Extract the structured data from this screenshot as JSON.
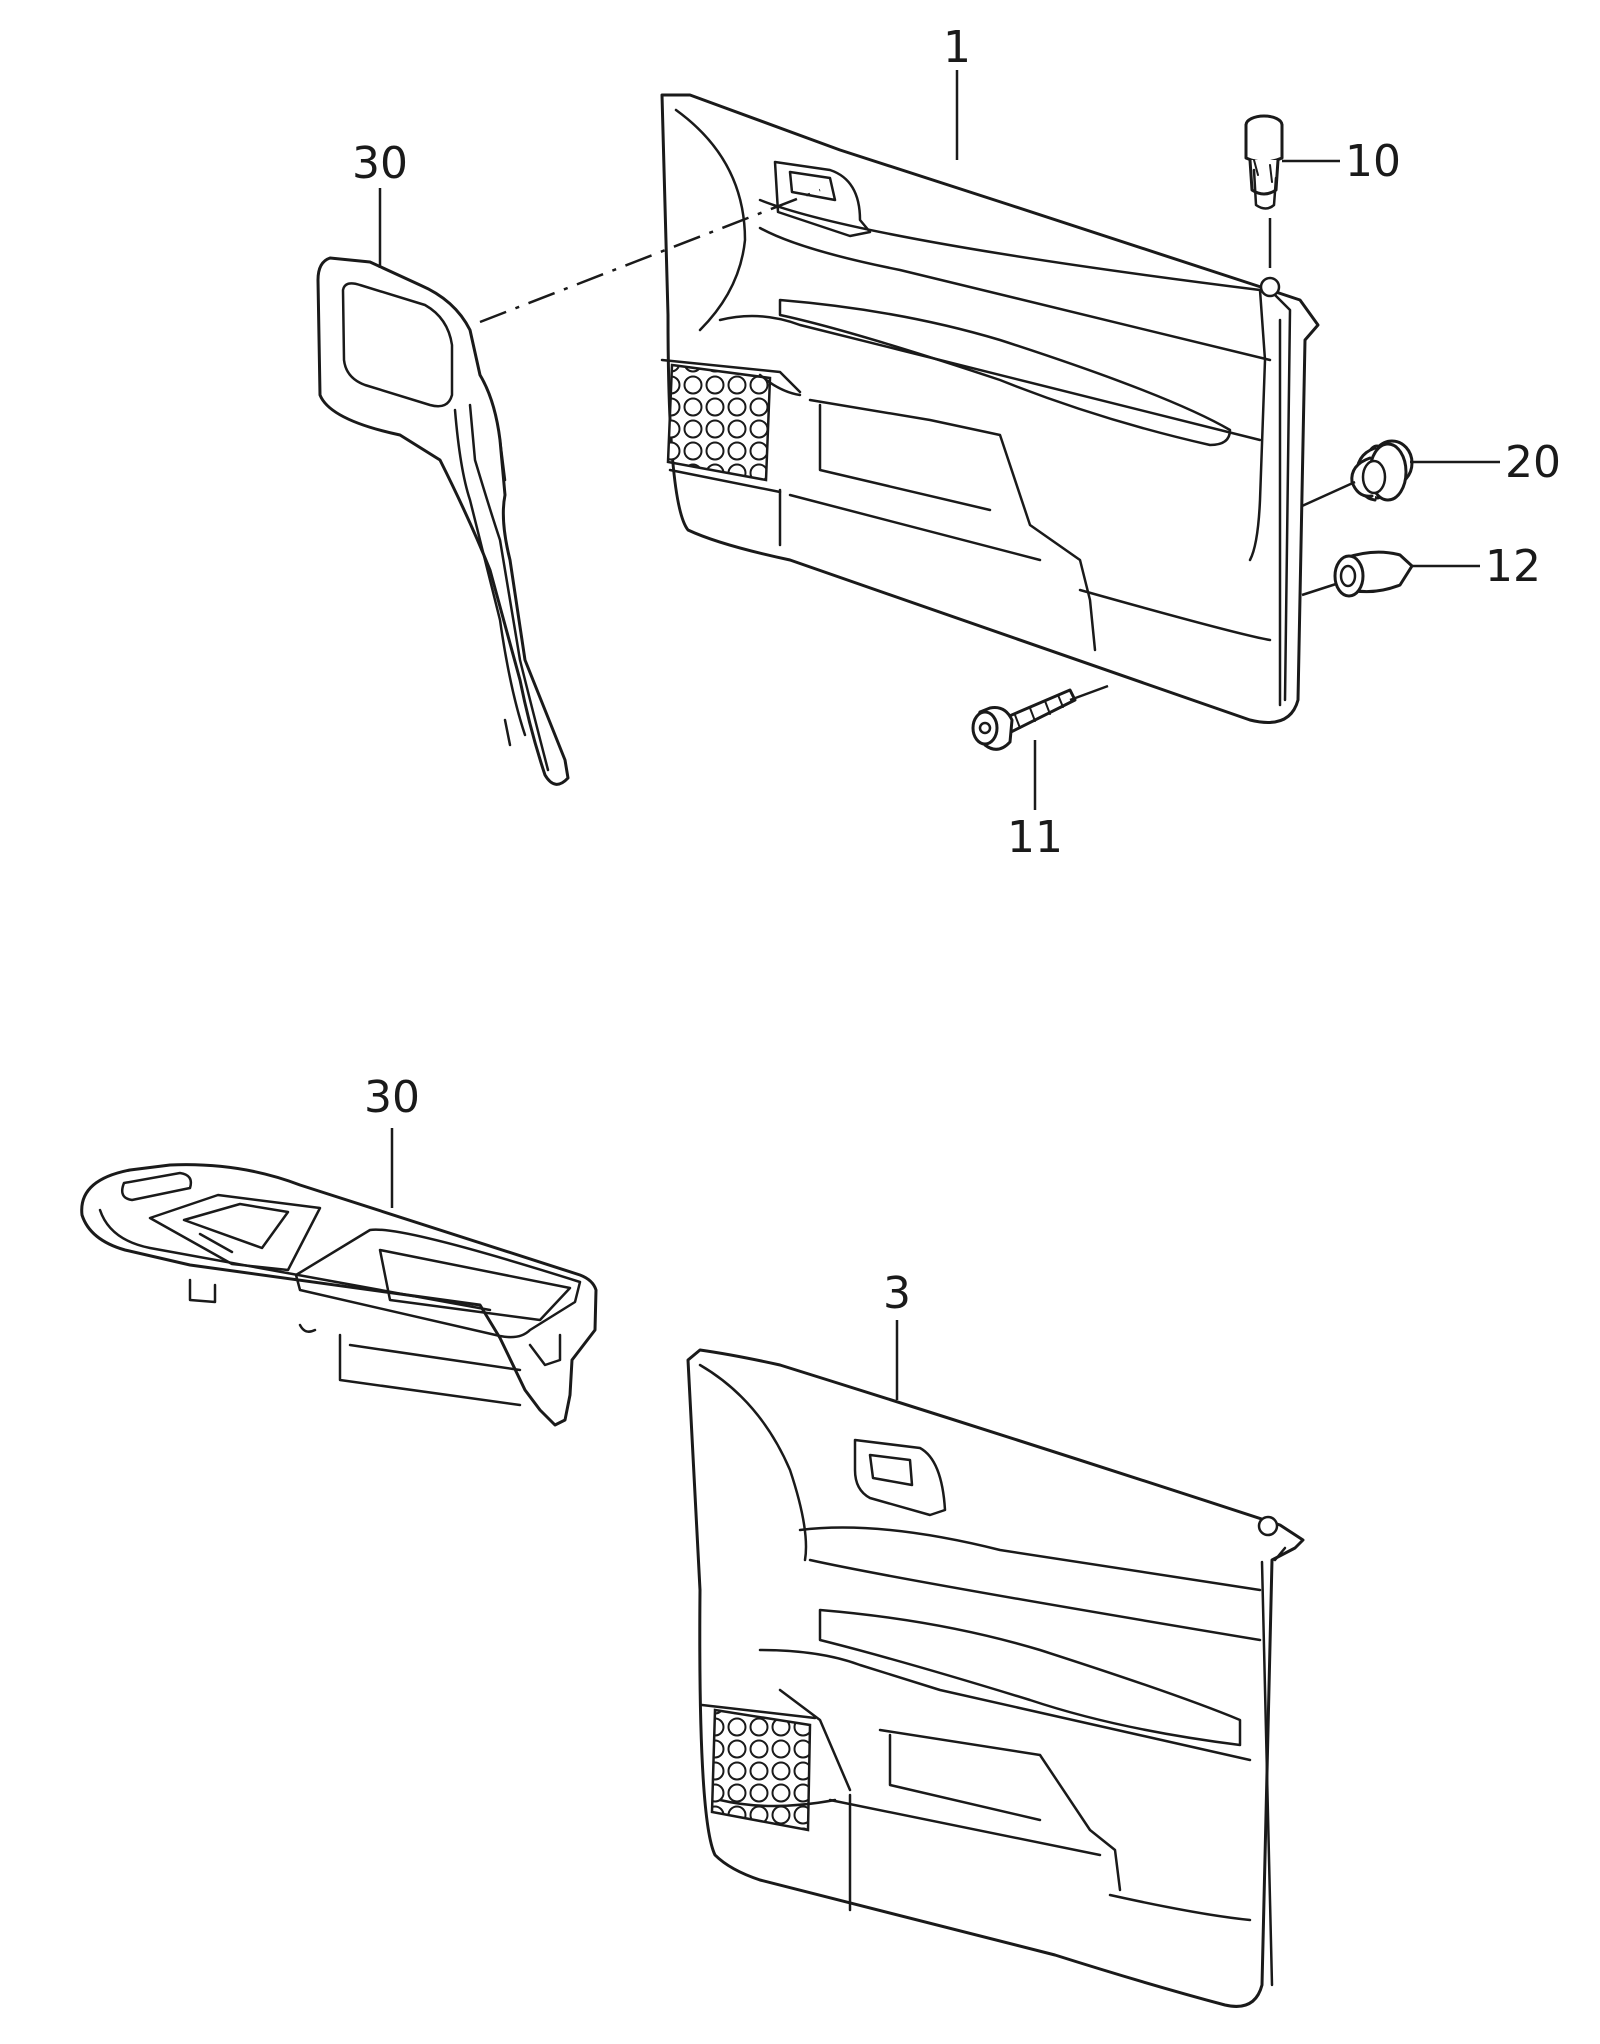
{
  "callouts": {
    "c1": "1",
    "c3": "3",
    "c10": "10",
    "c11": "11",
    "c12": "12",
    "c20": "20",
    "c30_top": "30",
    "c30_bottom": "30"
  },
  "colors": {
    "line": "#1a1a1a",
    "background": "#ffffff"
  }
}
